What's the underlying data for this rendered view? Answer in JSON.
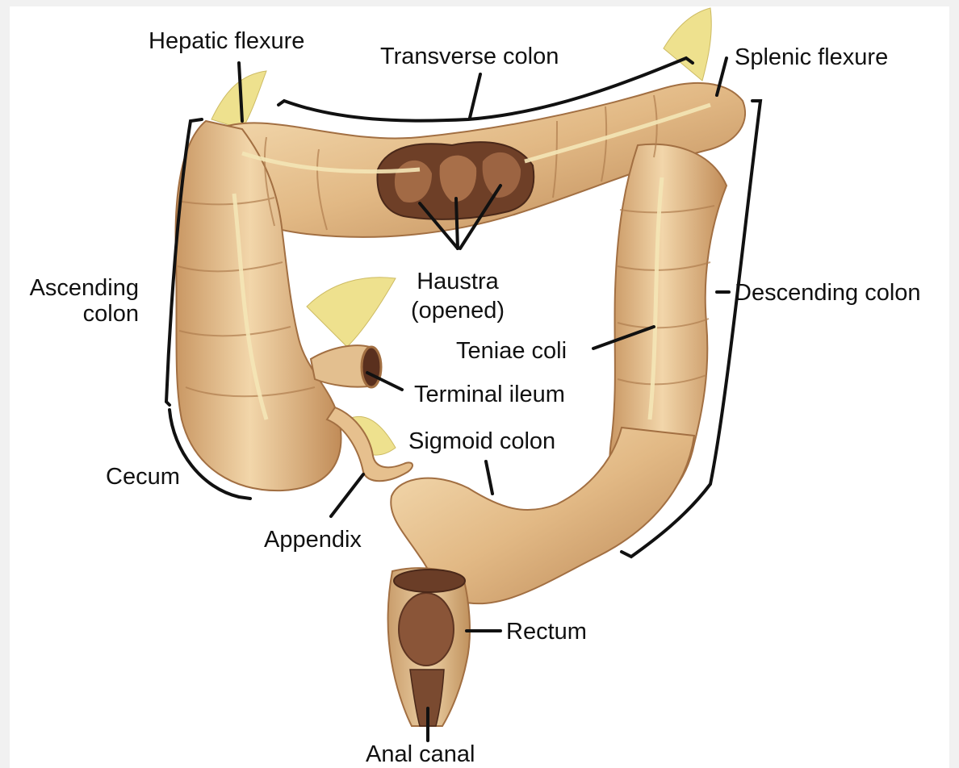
{
  "diagram": {
    "labels": {
      "hepatic_flexure": "Hepatic flexure",
      "transverse_colon": "Transverse colon",
      "splenic_flexure": "Splenic flexure",
      "ascending_colon_1": "Ascending",
      "ascending_colon_2": "colon",
      "haustra_1": "Haustra",
      "haustra_2": "(opened)",
      "descending_colon": "Descending colon",
      "teniae_coli": "Teniae coli",
      "terminal_ileum": "Terminal ileum",
      "sigmoid_colon": "Sigmoid colon",
      "cecum": "Cecum",
      "appendix": "Appendix",
      "rectum": "Rectum",
      "anal_canal": "Anal canal"
    },
    "colors": {
      "colon_light": "#f0d3a6",
      "colon_mid": "#d9ad76",
      "colon_dark": "#a9774a",
      "interior": "#7a4a30",
      "fat": "#efe08a",
      "line": "#111111"
    }
  }
}
